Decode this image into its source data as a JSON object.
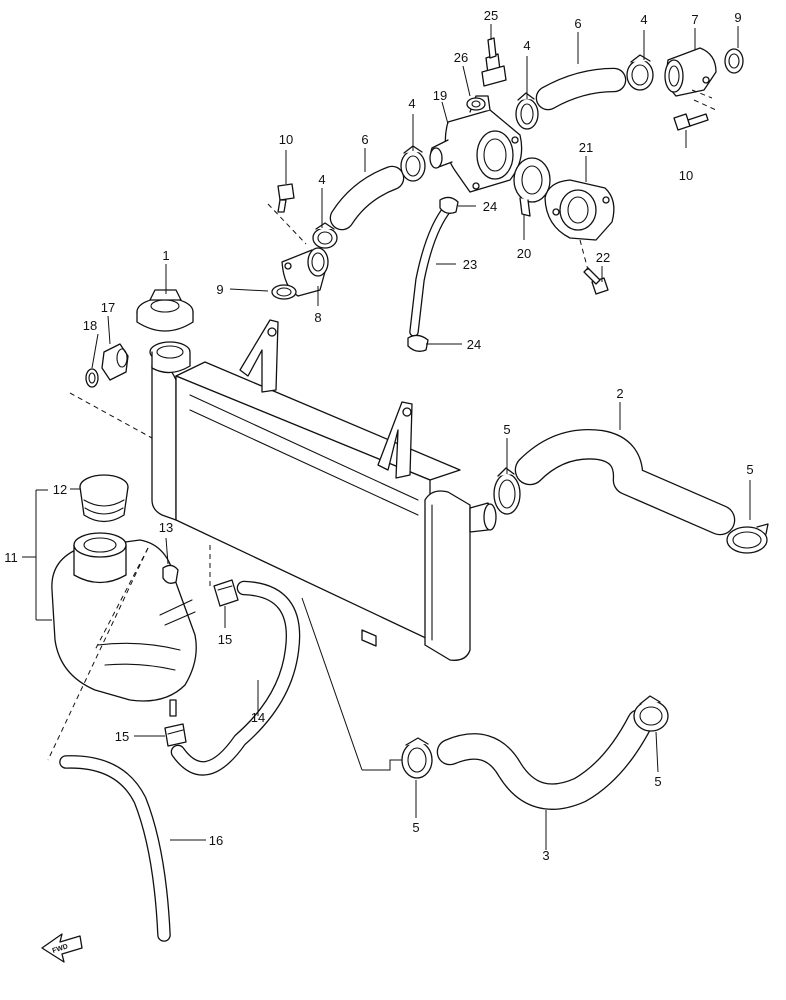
{
  "diagram": {
    "fwd_label": "FWD",
    "callouts": [
      {
        "key": "c25",
        "text": "25"
      },
      {
        "key": "c26",
        "text": "26"
      },
      {
        "key": "c4a",
        "text": "4"
      },
      {
        "key": "c6a",
        "text": "6"
      },
      {
        "key": "c4b",
        "text": "4"
      },
      {
        "key": "c7",
        "text": "7"
      },
      {
        "key": "c9a",
        "text": "9"
      },
      {
        "key": "c19",
        "text": "19"
      },
      {
        "key": "c4c",
        "text": "4"
      },
      {
        "key": "c10a",
        "text": "10"
      },
      {
        "key": "c10b",
        "text": "10"
      },
      {
        "key": "c6b",
        "text": "6"
      },
      {
        "key": "c21",
        "text": "21"
      },
      {
        "key": "c4d",
        "text": "4"
      },
      {
        "key": "c24a",
        "text": "24"
      },
      {
        "key": "c20",
        "text": "20"
      },
      {
        "key": "c23",
        "text": "23"
      },
      {
        "key": "c1",
        "text": "1"
      },
      {
        "key": "c22",
        "text": "22"
      },
      {
        "key": "c9b",
        "text": "9"
      },
      {
        "key": "c17",
        "text": "17"
      },
      {
        "key": "c8",
        "text": "8"
      },
      {
        "key": "c18",
        "text": "18"
      },
      {
        "key": "c24b",
        "text": "24"
      },
      {
        "key": "c2",
        "text": "2"
      },
      {
        "key": "c5a",
        "text": "5"
      },
      {
        "key": "c5b",
        "text": "5"
      },
      {
        "key": "c12",
        "text": "12"
      },
      {
        "key": "c11",
        "text": "11"
      },
      {
        "key": "c13",
        "text": "13"
      },
      {
        "key": "c15a",
        "text": "15"
      },
      {
        "key": "c14",
        "text": "14"
      },
      {
        "key": "c15b",
        "text": "15"
      },
      {
        "key": "c5c",
        "text": "5"
      },
      {
        "key": "c5d",
        "text": "5"
      },
      {
        "key": "c16",
        "text": "16"
      },
      {
        "key": "c3",
        "text": "3"
      }
    ]
  }
}
